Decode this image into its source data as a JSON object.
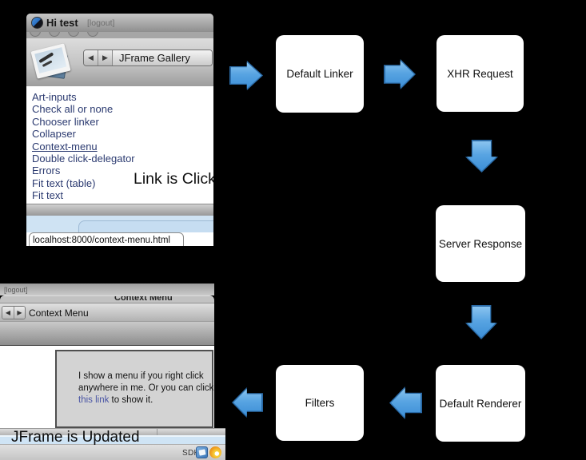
{
  "flow": {
    "arrow_color": "#3c8ed6",
    "boxes": [
      {
        "label": "Default Linker"
      },
      {
        "label": "XHR Request"
      },
      {
        "label": "Server Response"
      },
      {
        "label": "Default Renderer"
      },
      {
        "label": "Filters"
      }
    ]
  },
  "annotations": {
    "link_clicked": "Link is Click",
    "jframe_updated": "JFrame is Updated"
  },
  "top_window": {
    "title": "Hi test",
    "logout_label": "[logout]",
    "back_icon": "◀",
    "forward_icon": "▶",
    "nav_label": "JFrame Gallery",
    "links": [
      "Art-inputs",
      "Check all or none",
      "Chooser linker",
      "Collapser",
      "Context-menu",
      "Double click-delegator",
      "Errors",
      "Fit text (table)",
      "Fit text"
    ],
    "active_link": "Context-menu",
    "status_url": "localhost:8000/context-menu.html"
  },
  "bottom_window": {
    "logout_label": "[logout]",
    "window_title": "Context Menu",
    "back_icon": "◀",
    "forward_icon": "▶",
    "nav_label": "Context Menu",
    "panel_text_1": "I show a menu if you right click anywhere in me. Or you can click ",
    "panel_link": "this link",
    "panel_text_2": " to show it.",
    "sdk_label": "SDK"
  }
}
